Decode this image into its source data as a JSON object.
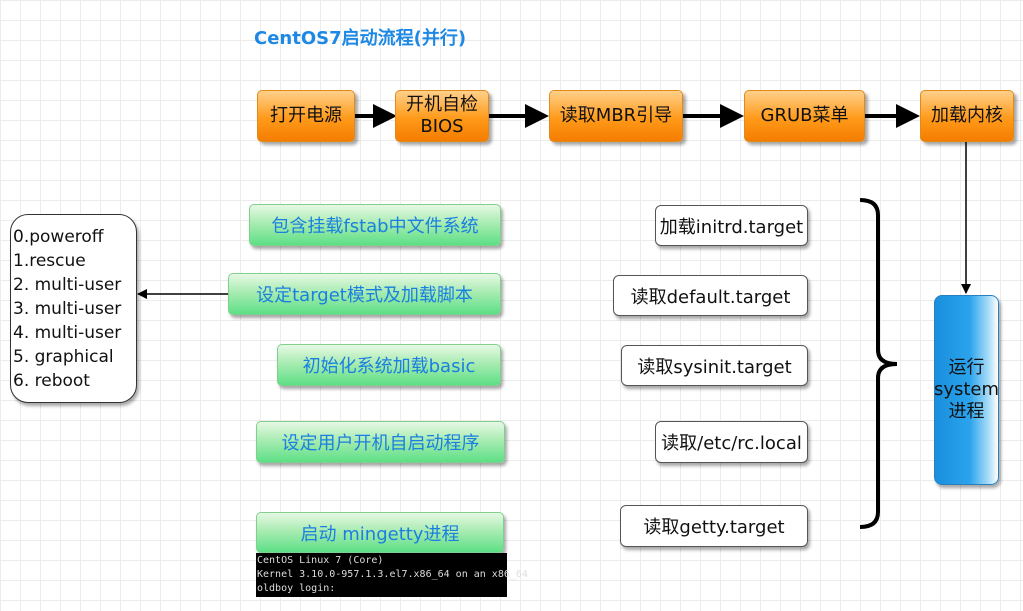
{
  "title": "CentOS7启动流程(并行)",
  "top_flow": [
    {
      "label": "打开电源"
    },
    {
      "line1": "开机自检",
      "line2": "BIOS"
    },
    {
      "label": "读取MBR引导"
    },
    {
      "label": "GRUB菜单"
    },
    {
      "label": "加载内核"
    }
  ],
  "green_steps": [
    "包含挂载fstab中文件系统",
    "设定target模式及加载脚本",
    "初始化系统加载basic",
    "设定用户开机自启动程序",
    "启动 mingetty进程"
  ],
  "targets": [
    "加载initrd.target",
    "读取default.target",
    "读取sysinit.target",
    "读取/etc/rc.local",
    "读取getty.target"
  ],
  "runlevels": [
    "0.poweroff",
    "1.rescue",
    "2. multi-user",
    "3. multi-user",
    "4. multi-user",
    "5. graphical",
    "6. reboot"
  ],
  "system_box": {
    "line1": "运行",
    "line2": "system",
    "line3": "进程"
  },
  "terminal": [
    "CentOS Linux 7 (Core)",
    "Kernel 3.10.0-957.1.3.el7.x86_64 on an x86_64",
    "oldboy login:"
  ],
  "colors": {
    "title": "#1e88e5",
    "orange": "#ff9a1a",
    "green": "#5ddf86",
    "green_text": "#1a7fe0",
    "system_blue": "#1a8fdc"
  }
}
